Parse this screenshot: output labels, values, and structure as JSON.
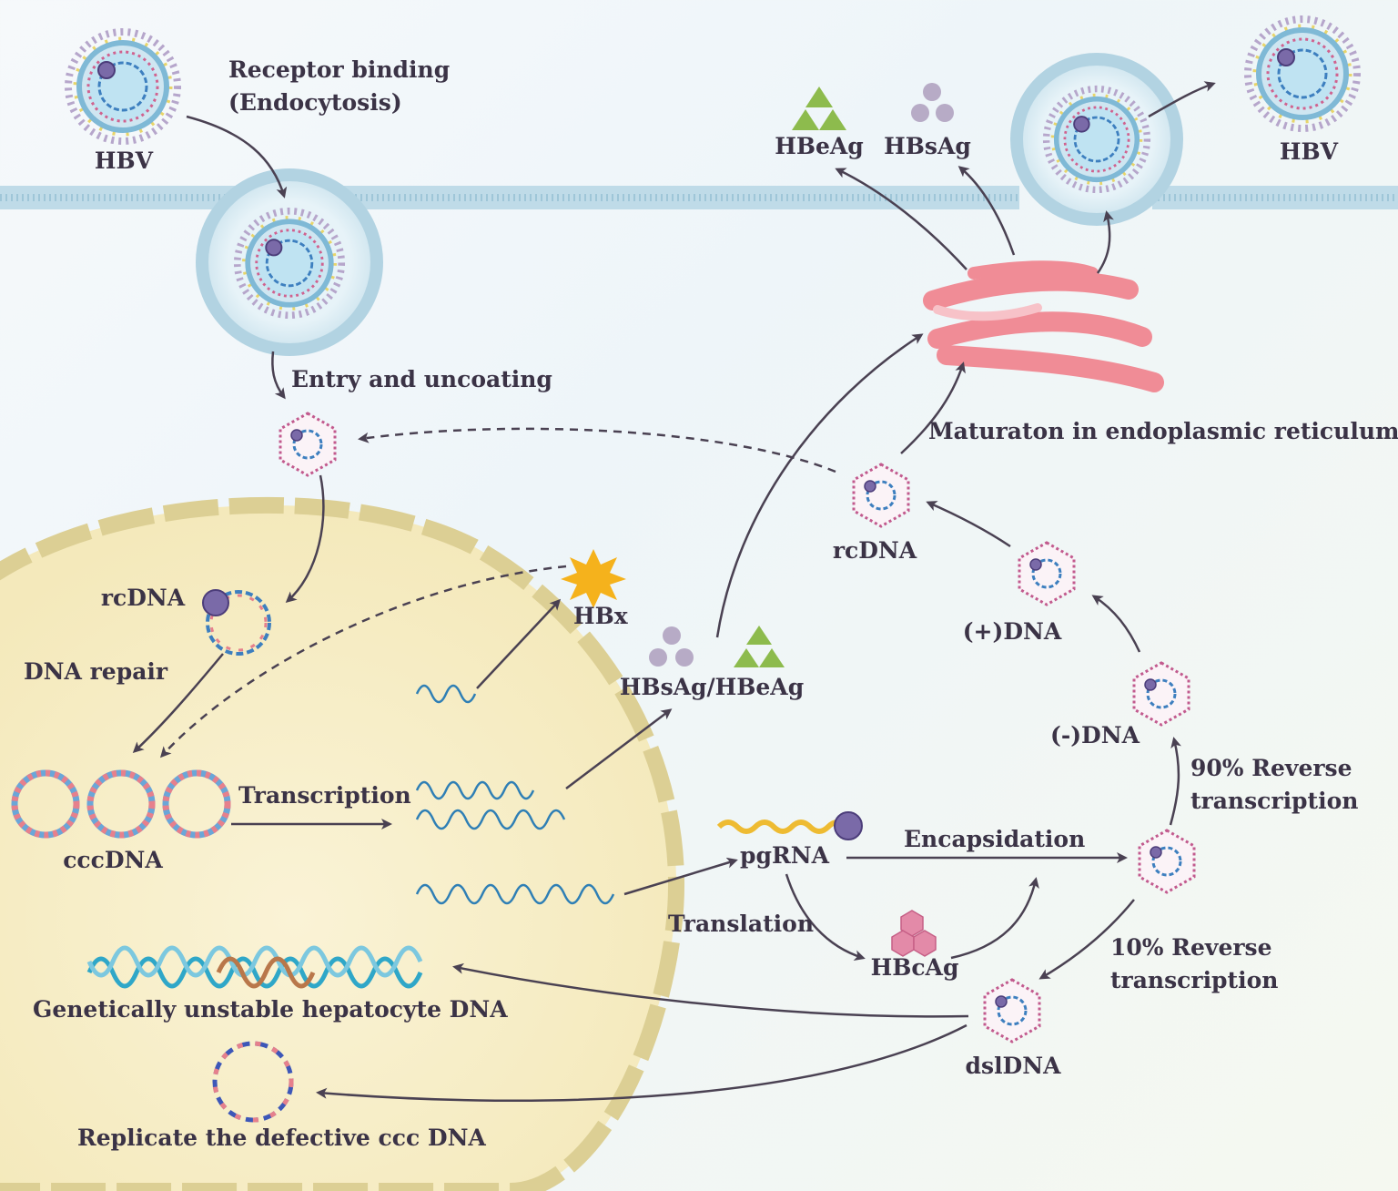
{
  "labels": {
    "hbv_left": "HBV",
    "receptor_binding": "Receptor binding",
    "endocytosis": "(Endocytosis)",
    "hbeag_top": "HBeAg",
    "hbsag_top": "HBsAg",
    "hbv_right": "HBV",
    "entry_uncoating": "Entry and uncoating",
    "maturation_er": "Maturaton in endoplasmic reticulum",
    "rcdna_cyto": "rcDNA",
    "plus_dna": "(+)DNA",
    "minus_dna": "(-)DNA",
    "rt90_line1": "90% Reverse",
    "rt90_line2": "transcription",
    "rcdna_nuc": "rcDNA",
    "dna_repair": "DNA repair",
    "hbx": "HBx",
    "hbsag_hbeag": "HBsAg/HBeAg",
    "cccdna": "cccDNA",
    "transcription": "Transcription",
    "pgrna": "pgRNA",
    "encapsidation": "Encapsidation",
    "translation": "Translation",
    "hbcag": "HBcAg",
    "rt10_line1": "10% Reverse",
    "rt10_line2": "transcription",
    "dsldna": "dslDNA",
    "unstable_dna": "Genetically unstable hepatocyte DNA",
    "defective_ccc": "Replicate the defective ccc DNA"
  },
  "colors": {
    "arrow": "#4a4152",
    "membrane": "#a9cfe0",
    "nucleus": "#f7efc6",
    "nucleus_edge": "#dccf94",
    "er": "#f08c96",
    "antigen_green": "#8dbb4d",
    "antigen_purple": "#b7abc6",
    "hbcag": "#e38aa8",
    "hbx": "#f5b21c",
    "rna": "#2f7fb5",
    "capsid": "#c25a8e"
  }
}
